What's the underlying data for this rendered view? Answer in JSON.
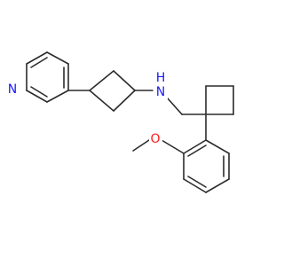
{
  "colors": {
    "background": "#ffffff",
    "bond": "#2b2b2b",
    "nitrogen": "#1a1aff",
    "oxygen": "#ff1a1a"
  },
  "atoms": {
    "pyridine_n": {
      "label": "N",
      "element": "N"
    },
    "amine_nh": {
      "label": "H\nN",
      "element": "N"
    },
    "methoxy_o": {
      "label": "O",
      "element": "O"
    }
  }
}
